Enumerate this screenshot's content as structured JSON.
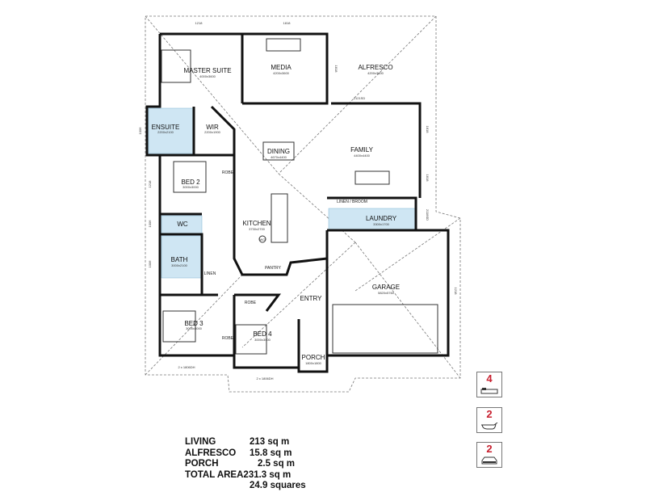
{
  "plan": {
    "rooms": {
      "master": {
        "name": "MASTER SUITE",
        "size": "4000x3600"
      },
      "media": {
        "name": "MEDIA",
        "size": "4200x3600"
      },
      "alfresco": {
        "name": "ALFRESCO",
        "size": "4200x3600"
      },
      "ensuite": {
        "name": "ENSUITE",
        "size": "2200x2100"
      },
      "wir": {
        "name": "WIR",
        "size": "2200x1900"
      },
      "dining": {
        "name": "DINING",
        "size": "4670x4400"
      },
      "family": {
        "name": "FAMILY",
        "size": "4400x4400"
      },
      "bed2": {
        "name": "BED 2",
        "size": "3000x3000"
      },
      "kitchen": {
        "name": "KITCHEN",
        "size": "3730x2700"
      },
      "linen_broom": {
        "name": "LINEN / BROOM"
      },
      "laundry": {
        "name": "LAUNDRY",
        "size": "3300x1700"
      },
      "wc": {
        "name": "WC"
      },
      "bath": {
        "name": "BATH",
        "size": "3000x2100"
      },
      "linen": {
        "name": "LINEN"
      },
      "pantry": {
        "name": "PANTRY"
      },
      "garage": {
        "name": "GARAGE",
        "size": "5820x5760"
      },
      "entry": {
        "name": "ENTRY"
      },
      "robe3": {
        "name": "ROBE"
      },
      "robe4": {
        "name": "ROBE"
      },
      "robe2": {
        "name": "ROBE"
      },
      "bed3": {
        "name": "BED 3",
        "size": "3000x3000"
      },
      "bed4": {
        "name": "BED 4",
        "size": "3000x3000"
      },
      "porch": {
        "name": "PORCH",
        "size": "1800x1800"
      }
    },
    "windows": {
      "w_top_left": "1218",
      "w_top_mid": "1818",
      "w_media": "1818",
      "w_alfresco_door": "2121SD",
      "w_family_1": "1818",
      "w_family_2": "1818",
      "w_laundry": "2118SD",
      "w_garage": "1218",
      "w_ensuite": "1006",
      "w_bed2": "1218",
      "w_wc": "1006",
      "w_bath": "1006",
      "w_bed3": "2 x 1806DH",
      "w_bed4": "2 x 1806DH"
    },
    "other": {
      "wall_oven": "WO"
    }
  },
  "areas": [
    {
      "label": "LIVING",
      "value": "213 sq m"
    },
    {
      "label": "ALFRESCO",
      "value": "15.8 sq m"
    },
    {
      "label": "PORCH",
      "value": "2.5 sq m"
    },
    {
      "label": "TOTAL AREA",
      "value": "231.3 sq m"
    },
    {
      "label": "",
      "value": "24.9 squares"
    }
  ],
  "features": {
    "bedrooms": {
      "count": "4",
      "icon": "bed-icon"
    },
    "bathrooms": {
      "count": "2",
      "icon": "bathtub-icon"
    },
    "garage": {
      "count": "2",
      "icon": "car-icon"
    },
    "accent": "#c8202f"
  }
}
